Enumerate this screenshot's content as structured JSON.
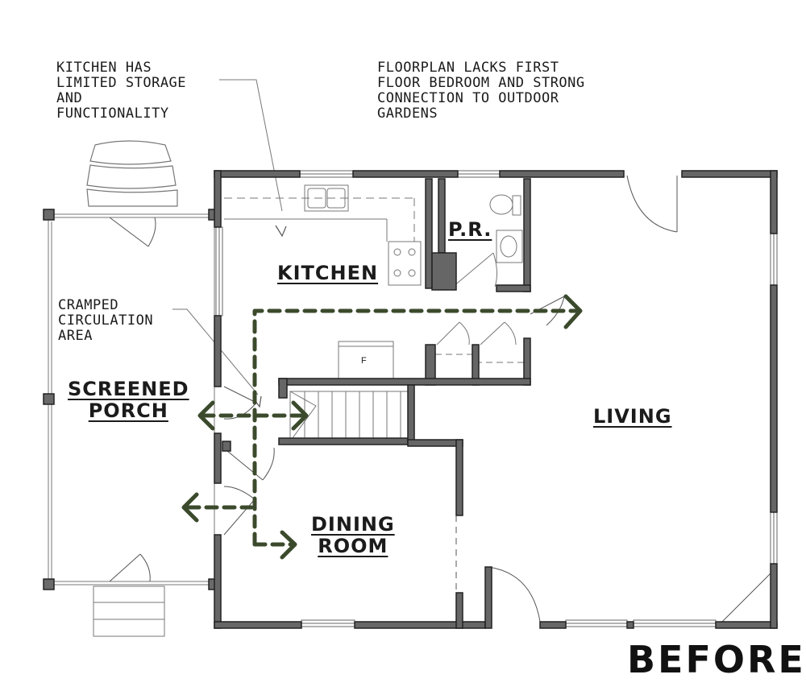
{
  "notes": {
    "kitchen": "KITCHEN HAS\nLIMITED STORAGE\nAND\nFUNCTIONALITY",
    "floorplan": "FLOORPLAN LACKS FIRST\nFLOOR BEDROOM AND STRONG\nCONNECTION TO OUTDOOR\nGARDENS",
    "circulation": "CRAMPED\nCIRCULATION\nAREA"
  },
  "rooms": {
    "kitchen": "KITCHEN",
    "powder_room": "P.R.",
    "screened_porch": "SCREENED\nPORCH",
    "living": "LIVING",
    "dining_room": "DINING\nROOM"
  },
  "fridge_label": "F",
  "stamp": "BEFORE",
  "colors": {
    "wall_fill": "#666666",
    "wall_stroke": "#222222",
    "circulation_arrow": "#3b4a2c",
    "thin_line": "#555555"
  }
}
